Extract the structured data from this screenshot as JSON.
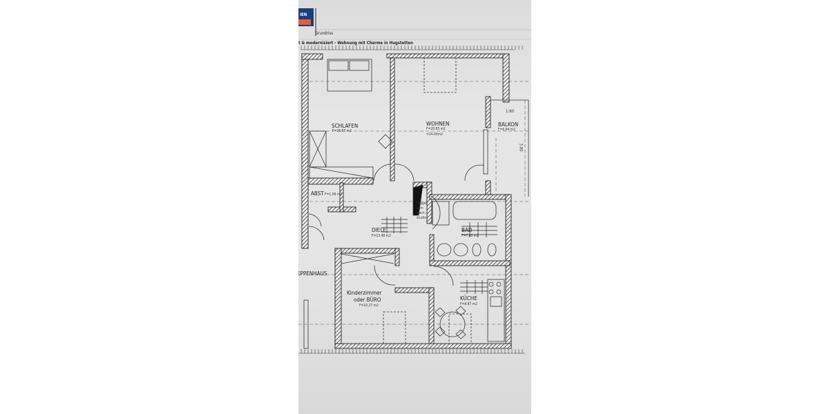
{
  "header": {
    "logo_text": "IEN",
    "section": "Grundriss",
    "title": "t & modernisiert - Wohnung mit Charme in Hugstetten"
  },
  "rooms": [
    {
      "name": "SCHLAFEN",
      "area": "F=16.67 m2"
    },
    {
      "name": "WOHNEN",
      "area": "F=20.83 m2",
      "area2": "=24.00m2"
    },
    {
      "name": "BALKON",
      "area": "F=6.84 m2"
    },
    {
      "name": "ABST",
      "area": "F=1.58 m2"
    },
    {
      "name": "DIELE",
      "area": "F=13.48 m2"
    },
    {
      "name": "BAD",
      "area": "F=7.80 m2"
    },
    {
      "name": "Kinderzimmer",
      "name2": "oder BÜRO",
      "area": "F=10.27 m2"
    },
    {
      "name": "KÜCHE",
      "area": "F=8.87 m2"
    },
    {
      "name": "EPPENHAUS"
    }
  ],
  "stair_note": [
    "Treppe",
    "zum",
    "Dach-",
    "studio"
  ],
  "dimensions": {
    "balkon_width": "1.80",
    "balkon_depth": "3.80"
  }
}
